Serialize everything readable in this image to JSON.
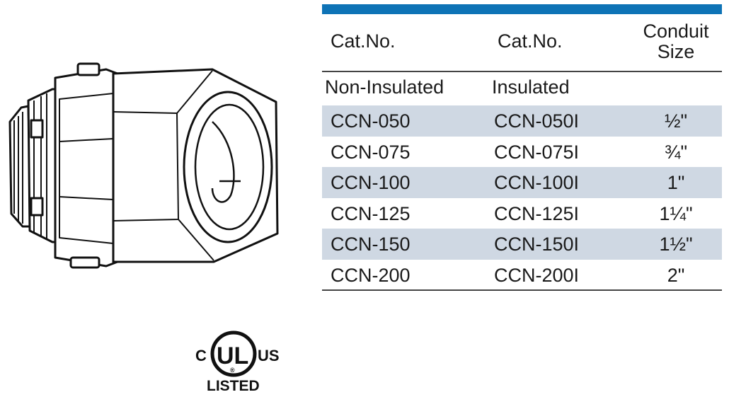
{
  "table": {
    "headers": [
      "Cat.No.",
      "Cat.No.",
      "Conduit",
      "Size"
    ],
    "subheaders": [
      "Non-Insulated",
      "Insulated"
    ],
    "rows": [
      {
        "non_insulated": "CCN-050",
        "insulated": "CCN-050I",
        "size": "½\""
      },
      {
        "non_insulated": "CCN-075",
        "insulated": "CCN-075I",
        "size": "¾\""
      },
      {
        "non_insulated": "CCN-100",
        "insulated": "CCN-100I",
        "size": "1\""
      },
      {
        "non_insulated": "CCN-125",
        "insulated": "CCN-125I",
        "size": "1¼\""
      },
      {
        "non_insulated": "CCN-150",
        "insulated": "CCN-150I",
        "size": "1½\""
      },
      {
        "non_insulated": "CCN-200",
        "insulated": "CCN-200I",
        "size": "2\""
      }
    ]
  },
  "certification": {
    "left": "C",
    "mark": "UL",
    "right": "US",
    "registered": "®",
    "listed": "LISTED"
  },
  "colors": {
    "header_bar": "#0e73b6",
    "row_shade": "#cfd8e3"
  },
  "icons": {
    "illustration": "compression-connector-icon",
    "certification": "ul-listed-icon"
  }
}
